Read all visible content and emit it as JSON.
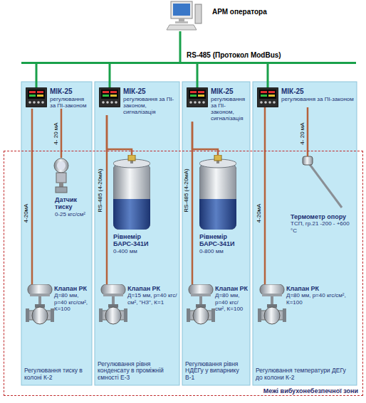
{
  "diagram": {
    "nodes": [
      {
        "text": [
          "АРМ оператора"
        ]
      },
      {
        "text": [
          "RS-485 (Протокол ModBus)"
        ]
      },
      {
        "text": [
          "Регулювання тиску в колоні К-2"
        ]
      },
      {
        "text": [
          "МІК-25",
          "регулювання за ПІ-законом"
        ],
        "in": 2
      },
      {
        "text": [
          "Датчик тиску",
          "0-25 кгс/см²"
        ],
        "in": 2
      },
      {
        "text": [
          "Клапан РК",
          "Д=80 мм, р=40 кгс/см², К=100"
        ],
        "in": 2
      },
      {
        "text": [
          "Регулювання рівня конденсату в проміжній ємності Е-3"
        ]
      },
      {
        "text": [
          "МІК-25",
          "регулювання за ПІ-законом, сигналізація"
        ],
        "in": 6
      },
      {
        "text": [
          "Рівнемір БАРС-341И",
          "0-400 мм"
        ],
        "in": 6
      },
      {
        "text": [
          "Клапан РК",
          "Д=15 мм, р=40 кгс/см², \"НЗ\", К=1"
        ],
        "in": 6
      },
      {
        "text": [
          "Регулювання рівня НДЕГу у випарнику В-1"
        ]
      },
      {
        "text": [
          "МІК-25",
          "регулювання за ПІ-законом, сигналізація"
        ],
        "in": 10
      },
      {
        "text": [
          "Рівнемір БАРС-341И",
          "0-800 мм"
        ],
        "in": 10
      },
      {
        "text": [
          "Клапан РК",
          "Д=80 мм, р=40 кгс/см², К=100"
        ],
        "in": 10
      },
      {
        "text": [
          "Регулювання температури ДЕГу до колони К-2"
        ]
      },
      {
        "text": [
          "МІК-25",
          "регулювання за ПІ-законом"
        ],
        "in": 14
      },
      {
        "text": [
          "Термометр опору",
          "ТСП, гр.21 -200 - +600 °С"
        ],
        "in": 14
      },
      {
        "text": [
          "Клапан РК",
          "Д=80 мм, р=40 кгс/см², К=100"
        ],
        "in": 14
      },
      {
        "text": [
          "Межі вибухонебезпечної зони"
        ]
      }
    ],
    "edges": [
      {
        "from": 0,
        "to": 1,
        "arrow": "none"
      },
      {
        "from": 1,
        "to": 3,
        "arrow": "none"
      },
      {
        "from": 1,
        "to": 7,
        "arrow": "none"
      },
      {
        "from": 1,
        "to": 11,
        "arrow": "none"
      },
      {
        "from": 1,
        "to": 15,
        "arrow": "none"
      },
      {
        "from": 3,
        "to": 4,
        "label": "4- 20 мА",
        "arrow": "none"
      },
      {
        "from": 3,
        "to": 5,
        "label": "4-20мА",
        "arrow": "none"
      },
      {
        "from": 7,
        "to": 8,
        "arrow": "none"
      },
      {
        "from": 7,
        "to": 9,
        "label": "RS-485 (4-20мА)",
        "arrow": "none"
      },
      {
        "from": 11,
        "to": 12,
        "arrow": "none"
      },
      {
        "from": 11,
        "to": 13,
        "label": "RS-485 (4-20мА)",
        "arrow": "none"
      },
      {
        "from": 15,
        "to": 16,
        "label": "4- 20 мА",
        "arrow": "none"
      },
      {
        "from": 15,
        "to": 17,
        "label": "4-20мА",
        "arrow": "none"
      }
    ]
  }
}
